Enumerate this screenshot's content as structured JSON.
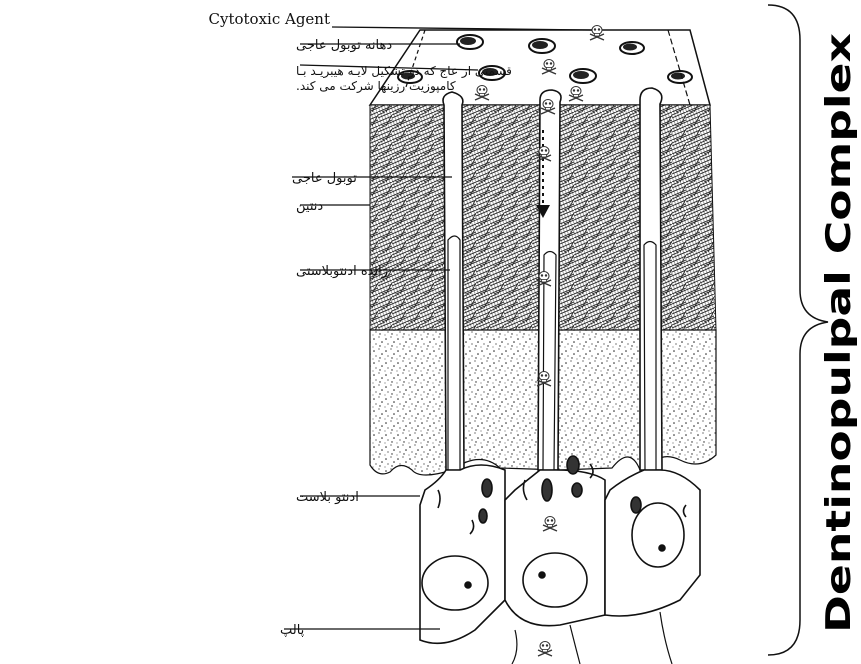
{
  "labels": {
    "cytotoxic_agent": "Cytotoxic Agent",
    "tubule_opening": "دهانه توبول عاجی",
    "hybrid_layer_line1": "قسمتی از عاج که در تشکیل لایـه هیبریـد بـا",
    "hybrid_layer_line2": "کامپوزیت رزینها شرکت می کند.",
    "dentinal_tubule": "توبول عاجی",
    "dentin": "دنتین",
    "odontoblast_process": "زائده ادنتوبلاستی",
    "odontoblast": "ادنتو بلاست",
    "pulp": "پالپ"
  },
  "side_title": "Dentinopulpal Complex",
  "icons": {
    "agent": "skull-crossbones-icon",
    "flow_arrow": "arrow-down-icon"
  }
}
